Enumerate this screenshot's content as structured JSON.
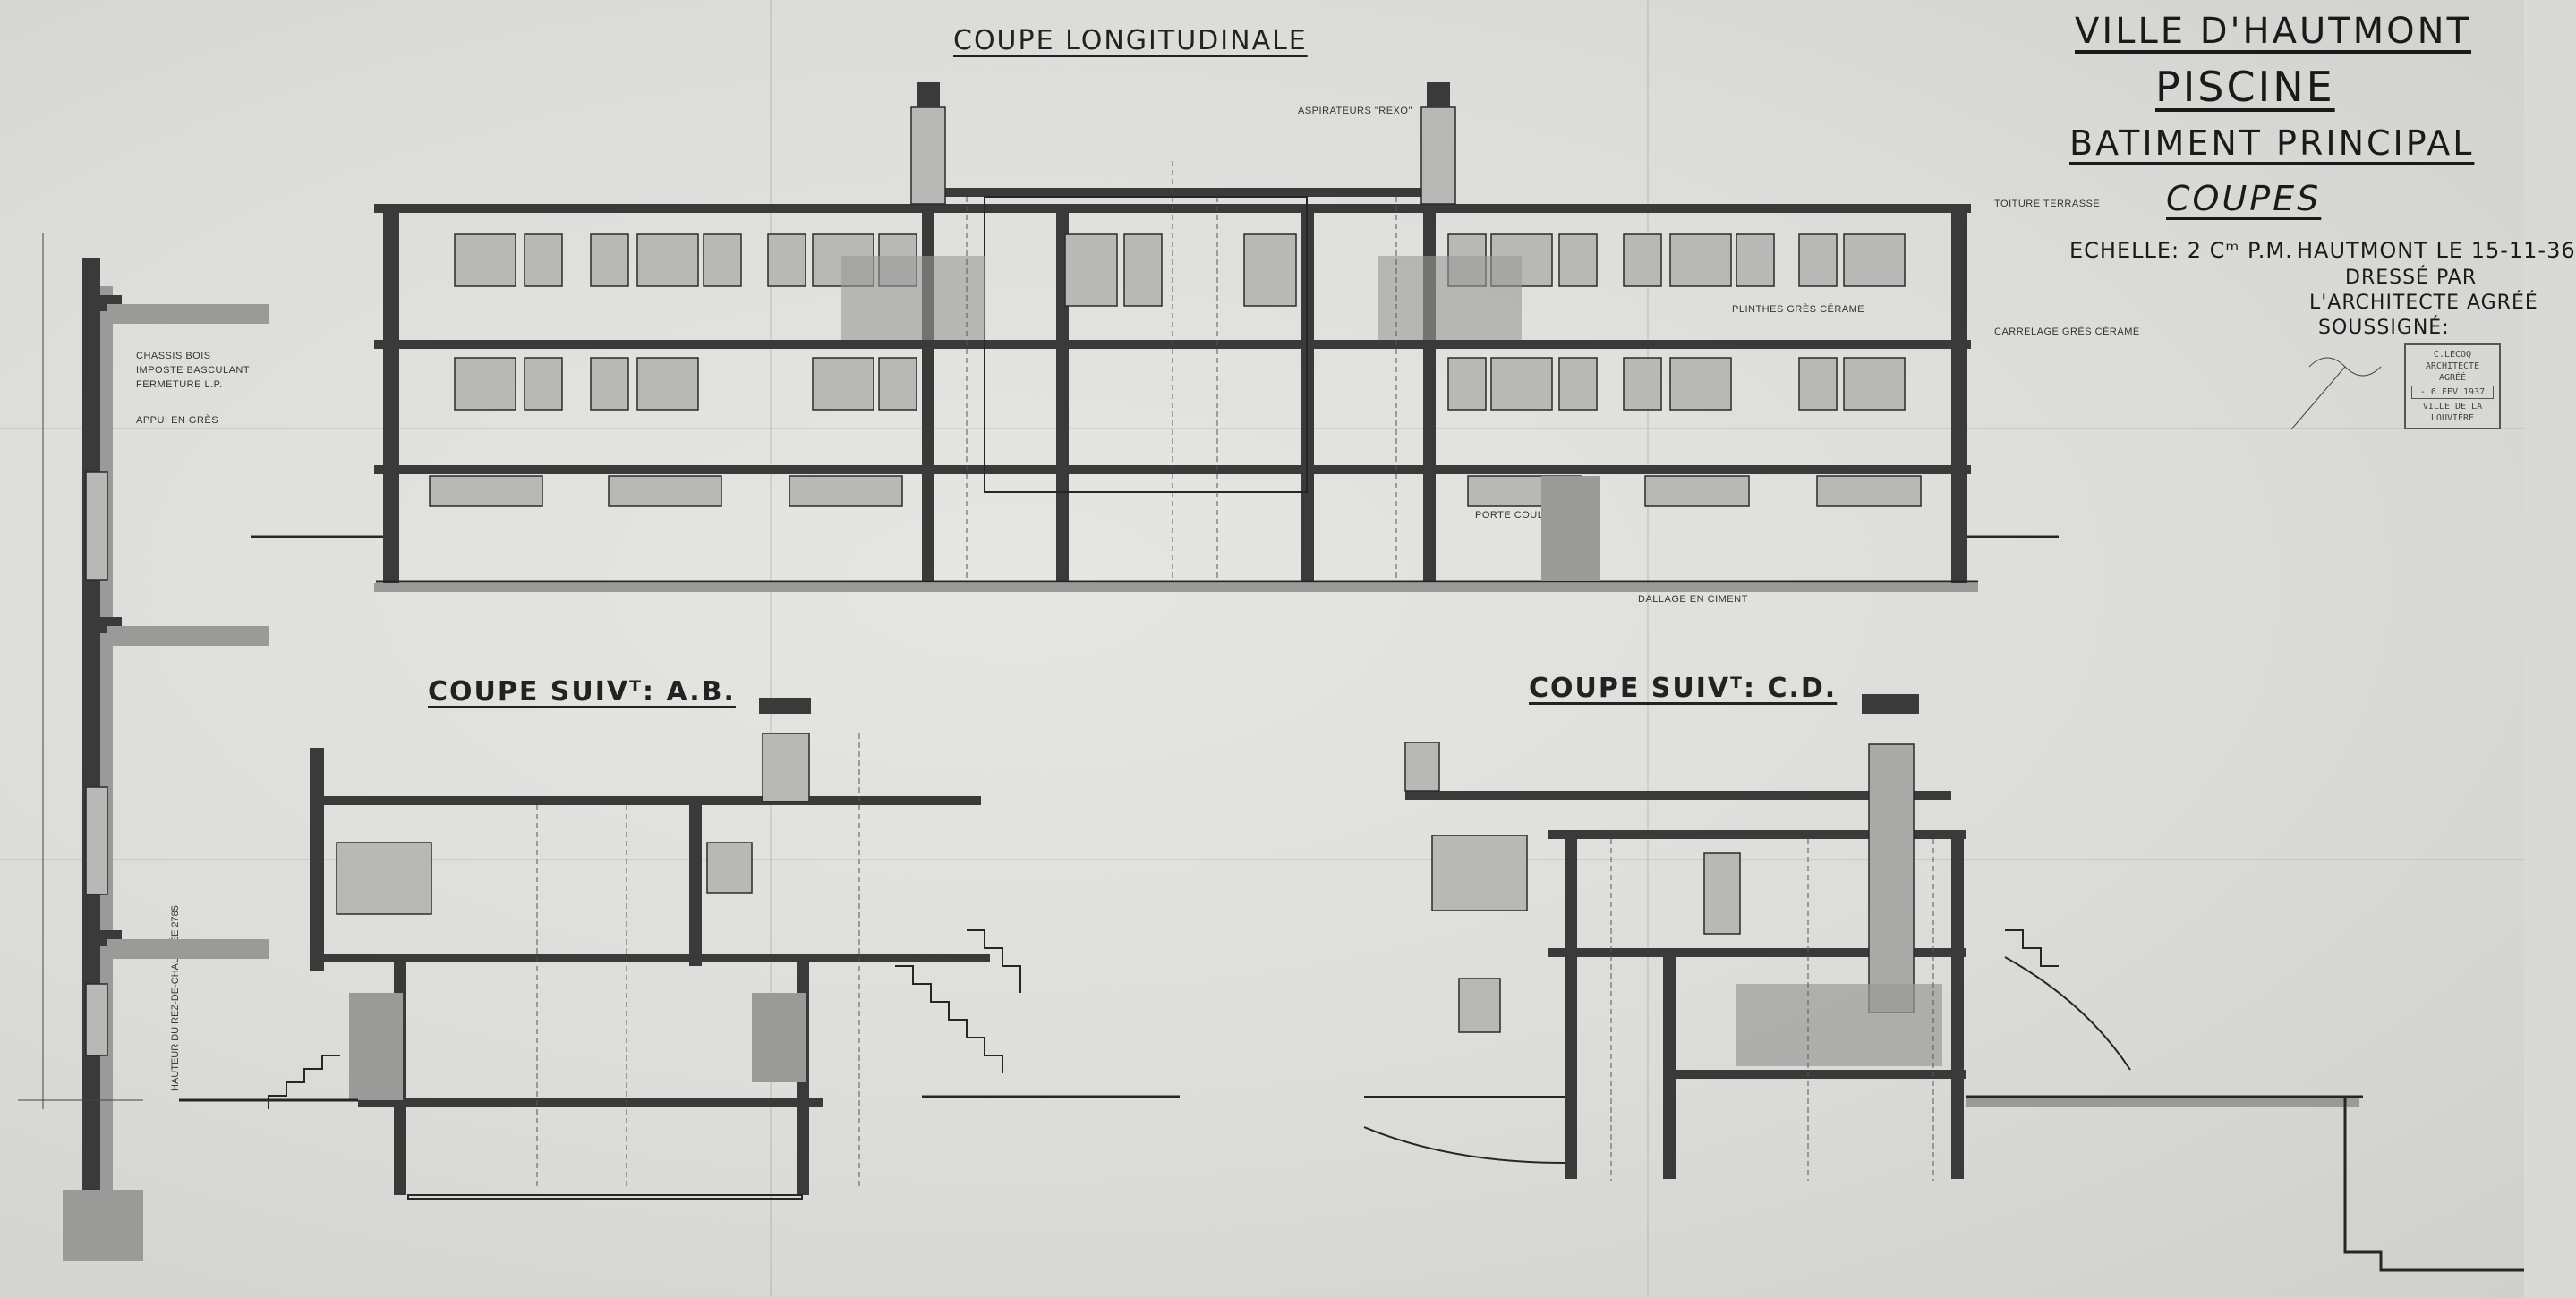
{
  "titles": {
    "longitudinal": "COUPE LONGITUDINALE",
    "section_ab": "COUPE SUIVᵀ: A.B.",
    "section_cd": "COUPE SUIVᵀ: C.D."
  },
  "title_block": {
    "line1": "VILLE D'HAUTMONT",
    "line2": "PISCINE",
    "line3": "BATIMENT PRINCIPAL",
    "line4": "COUPES",
    "scale": "ECHELLE: 2 Cᵐ P.M.",
    "place_date": "HAUTMONT LE 15-11-36",
    "signature_1": "DRESSÉ PAR",
    "signature_2": "L'ARCHITECTE AGRÉÉ",
    "signature_3": "SOUSSIGNÉ:"
  },
  "stamp": {
    "line1": "C.LECOQ",
    "line2": "ARCHITECTE AGRÉÉ",
    "line3": "- 6 FEV 1937",
    "line4": "VILLE DE LA LOUVIÈRE"
  },
  "annotations": {
    "aspirateur": "ASPIRATEURS \"REXO\"",
    "toiture": "TOITURE TERRASSE",
    "carrelage": "CARRELAGE GRÈS CÉRAME",
    "plinthe": "PLINTHES GRÈS CÉRAME",
    "chassis": "CHASSIS BOIS",
    "imposte": "IMPOSTE BASCULANT",
    "fermeture": "FERMETURE L.P.",
    "appui": "APPUI EN GRÈS",
    "hauteur": "HAUTEUR DU REZ-DE-CHAUSSÉE 2785",
    "porte": "PORTE COULISSANTE",
    "dallage": "DALLAGE EN CIMENT"
  },
  "colors": {
    "paper": "#dcdcd9",
    "ink": "#262626",
    "hatch": "#9a9a98"
  }
}
